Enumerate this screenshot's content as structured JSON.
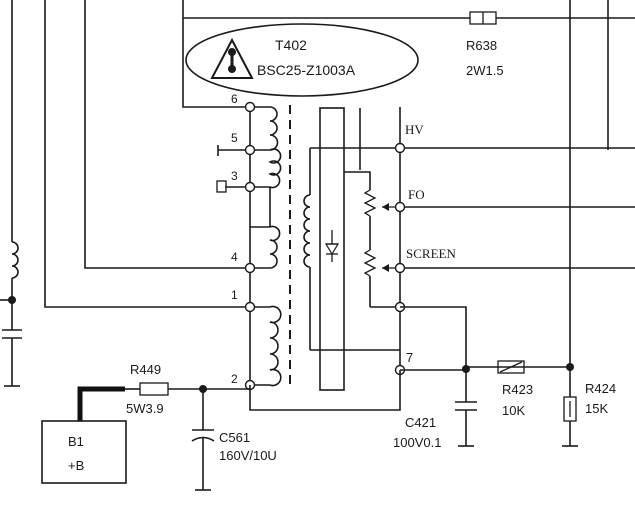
{
  "transformer": {
    "ref": "T402",
    "part": "BSC25-Z1003A",
    "pins": [
      "6",
      "5",
      "3",
      "4",
      "1",
      "2",
      "7"
    ],
    "outputs": {
      "hv": "HV",
      "focus": "FO",
      "screen": "SCREEN"
    }
  },
  "resistors": {
    "r638": {
      "ref": "R638",
      "value": "2W1.5"
    },
    "r449": {
      "ref": "R449",
      "value": "5W3.9"
    },
    "r423": {
      "ref": "R423",
      "value": "10K"
    },
    "r424": {
      "ref": "R424",
      "value": "15K"
    }
  },
  "capacitors": {
    "c561": {
      "ref": "C561",
      "value": "160V/10U"
    },
    "c421": {
      "ref": "C421",
      "value": "100V0.1"
    }
  },
  "supply": {
    "ref": "B1",
    "label": "+B"
  },
  "warning_icon": "caution-triangle-icon"
}
